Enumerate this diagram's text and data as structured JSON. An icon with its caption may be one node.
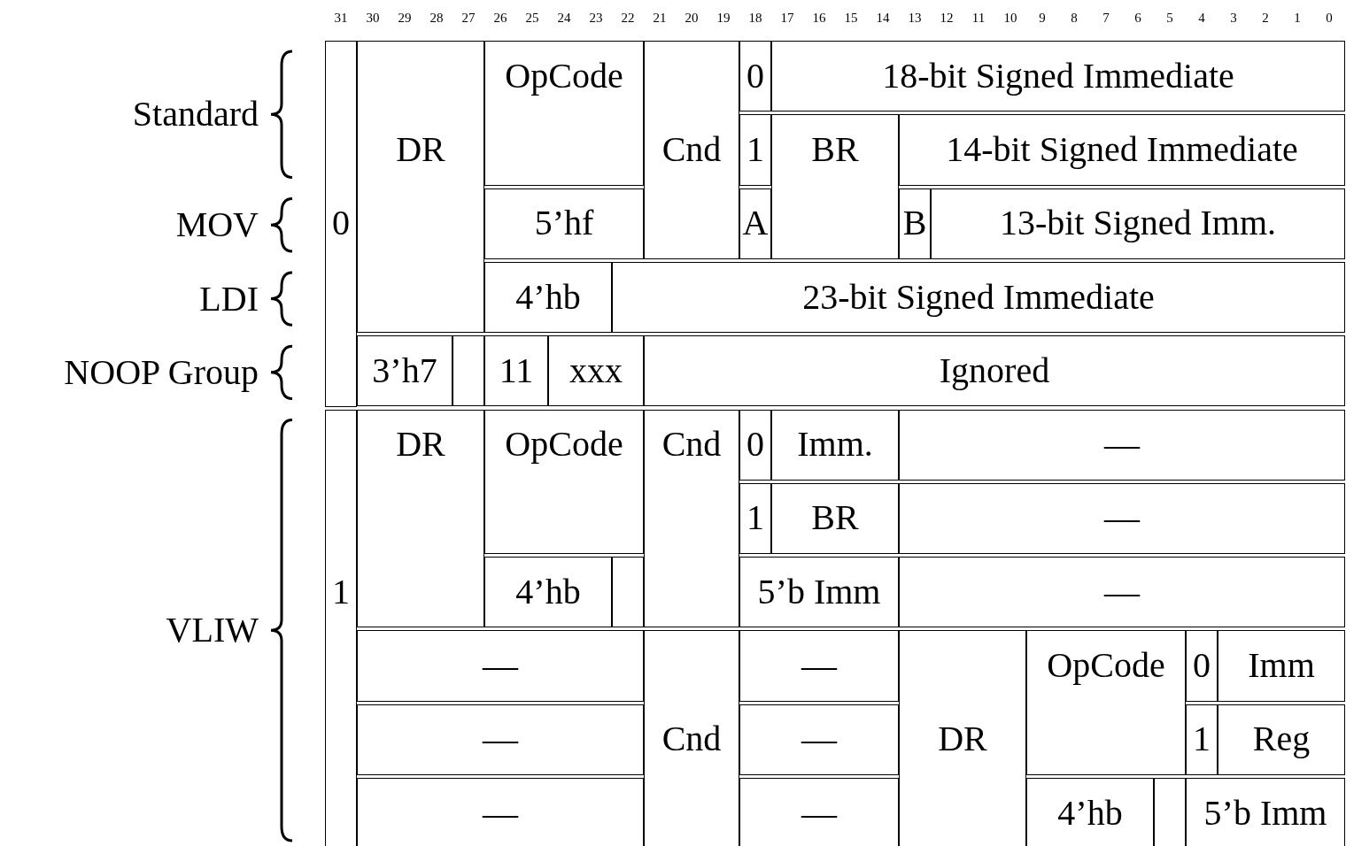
{
  "diagram": {
    "labels": [
      "31",
      "30",
      "29",
      "28",
      "27",
      "26",
      "25",
      "24",
      "23",
      "22",
      "21",
      "20",
      "19",
      "18",
      "17",
      "16",
      "15",
      "14",
      "13",
      "12",
      "11",
      "10",
      "9",
      "8",
      "7",
      "6",
      "5",
      "4",
      "3",
      "2",
      "1",
      "0",
      "OpCode",
      "0",
      "18-bit Signed Immediate",
      "Standard",
      "DR",
      "Cnd",
      "1",
      "BR",
      "14-bit Signed Immediate",
      "MOV",
      "0",
      "5’hf",
      "A",
      "B",
      "13-bit Signed Imm.",
      "LDI",
      "4’hb",
      "23-bit Signed Immediate",
      "NOOP Group",
      "3’h7",
      "11",
      "xxx",
      "Ignored",
      "DR",
      "OpCode",
      "Cnd",
      "0",
      "Imm.",
      "—",
      "1",
      "BR",
      "—",
      "1",
      "4’hb",
      "5’b Imm",
      "—",
      "VLIW",
      "—",
      "—",
      "OpCode",
      "0",
      "Imm",
      "—",
      "Cnd",
      "—",
      "DR",
      "1",
      "Reg",
      "—",
      "—",
      "4’hb",
      "5’b Imm"
    ]
  }
}
